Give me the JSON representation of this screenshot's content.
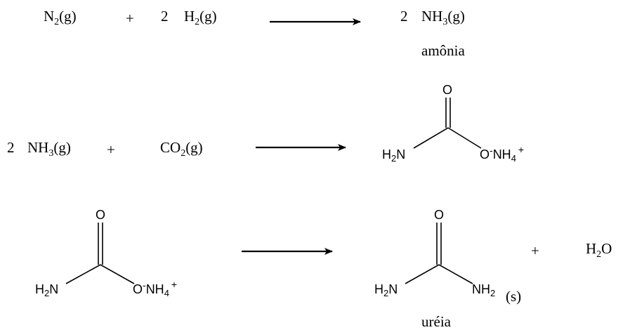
{
  "reaction1": {
    "n2": {
      "main": "N",
      "sub": "2",
      "tail": "(g)"
    },
    "plus": "+",
    "coef_h2": "2",
    "h2": {
      "main": "H",
      "sub": "2",
      "tail": "(g)"
    },
    "coef_nh3": "2",
    "nh3": {
      "main": "NH",
      "sub": "3",
      "tail": "(g)"
    },
    "product_name": "amônia"
  },
  "reaction2": {
    "coef_nh3": "2",
    "nh3": {
      "main": "NH",
      "sub": "3",
      "tail": "(g)"
    },
    "plus": "+",
    "co2": {
      "main": "CO",
      "sub": "2",
      "tail": "(g)"
    },
    "product": {
      "oxygen": "O",
      "h2n": {
        "main": "H",
        "sub": "2",
        "tail": "N"
      },
      "o_minus": "O",
      "minus": "-",
      "nh4": {
        "main": "NH",
        "sub": "4"
      },
      "plus_charge": "+"
    }
  },
  "reaction3": {
    "reactant": {
      "oxygen": "O",
      "h2n": {
        "main": "H",
        "sub": "2",
        "tail": "N"
      },
      "o_minus": "O",
      "minus": "-",
      "nh4": {
        "main": "NH",
        "sub": "4"
      },
      "plus_charge": "+"
    },
    "urea": {
      "oxygen": "O",
      "h2n": {
        "main": "H",
        "sub": "2",
        "tail": "N"
      },
      "nh2": {
        "main": "NH",
        "sub": "2"
      },
      "state": "(s)"
    },
    "plus": "+",
    "h2o": {
      "main": "H",
      "sub": "2",
      "tail": "O"
    },
    "product_name": "uréia"
  }
}
